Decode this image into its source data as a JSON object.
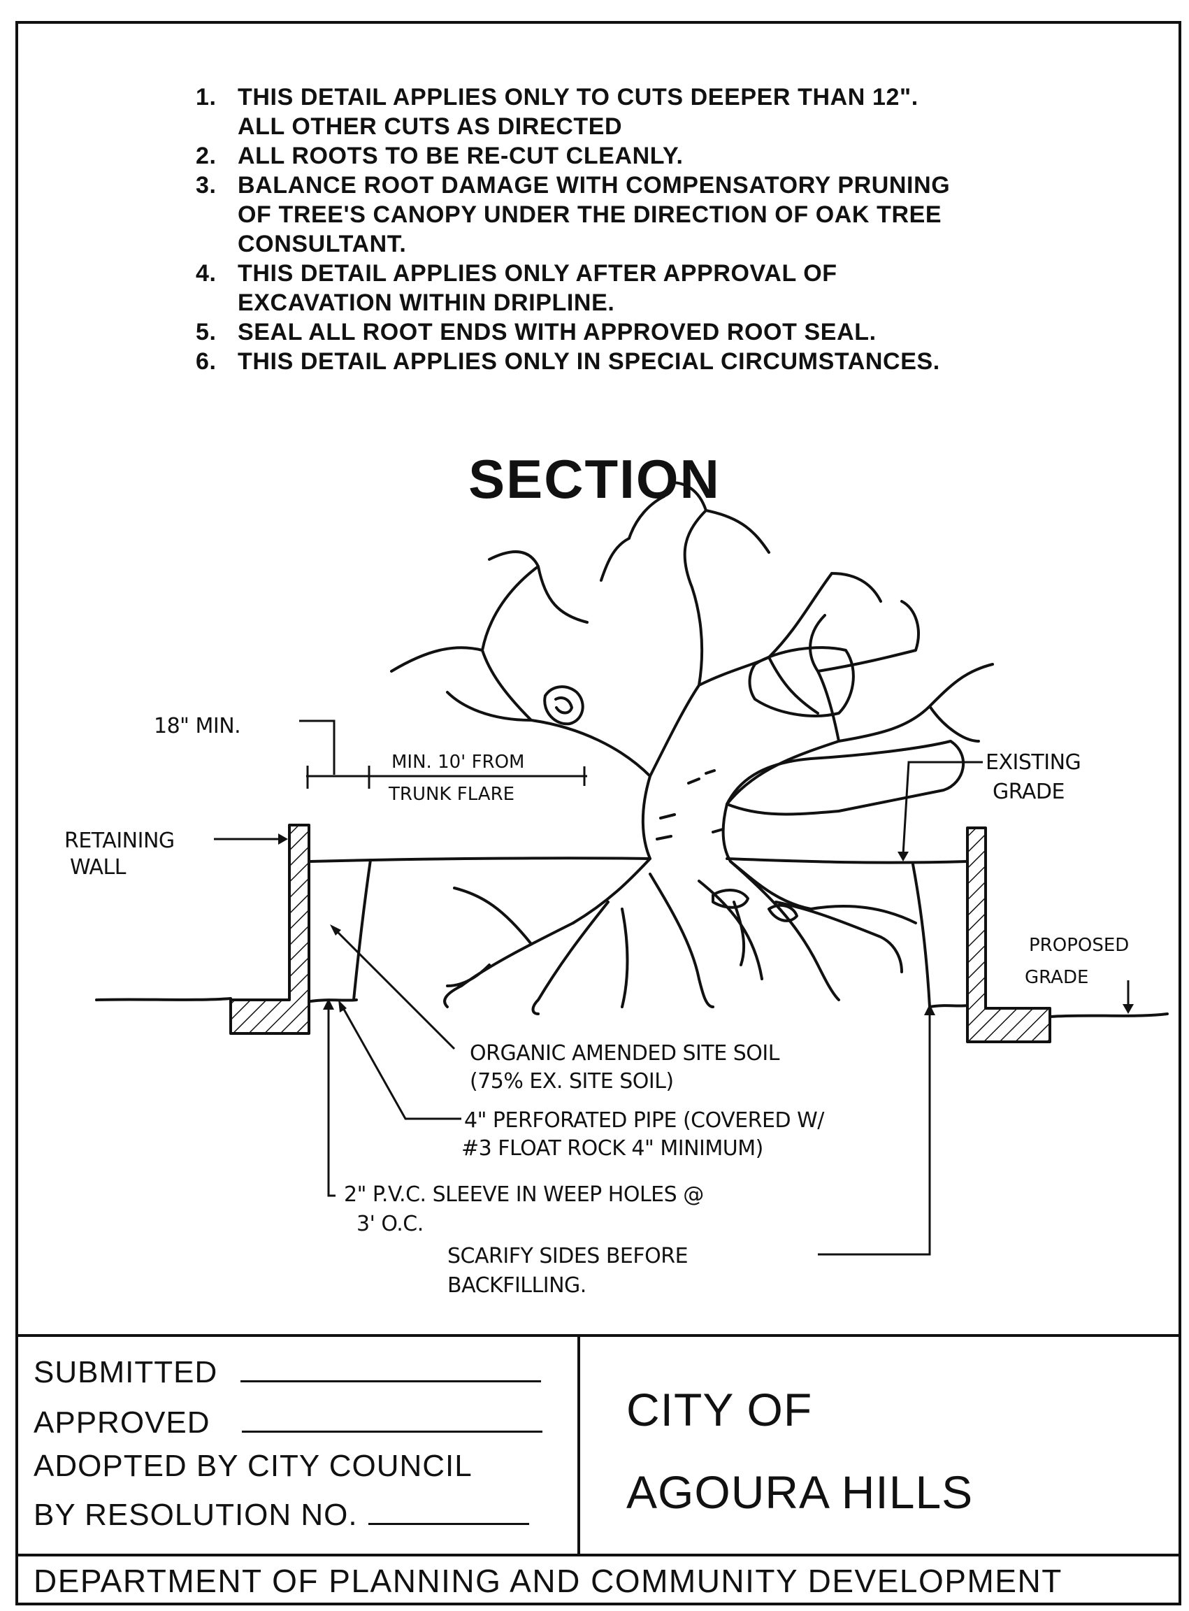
{
  "notes": [
    {
      "num": "1.",
      "text": "THIS DETAIL APPLIES ONLY TO CUTS DEEPER THAN 12\".\nALL OTHER CUTS AS DIRECTED"
    },
    {
      "num": "2.",
      "text": "ALL ROOTS TO BE RE-CUT CLEANLY."
    },
    {
      "num": "3.",
      "text": "BALANCE ROOT DAMAGE WITH COMPENSATORY PRUNING\nOF TREE'S CANOPY UNDER THE DIRECTION OF OAK TREE\nCONSULTANT."
    },
    {
      "num": "4.",
      "text": "THIS DETAIL APPLIES ONLY AFTER APPROVAL OF\nEXCAVATION WITHIN DRIPLINE."
    },
    {
      "num": "5.",
      "text": "SEAL ALL ROOT ENDS WITH APPROVED ROOT SEAL."
    },
    {
      "num": "6.",
      "text": "THIS DETAIL APPLIES ONLY IN SPECIAL CIRCUMSTANCES."
    }
  ],
  "section_title": "SECTION",
  "labels": {
    "min_18": "18\" MIN.",
    "min_10_line1": "MIN. 10' FROM",
    "min_10_line2": "TRUNK FLARE",
    "retaining_wall_line1": "RETAINING",
    "retaining_wall_line2": "WALL",
    "existing_grade_line1": "EXISTING",
    "existing_grade_line2": "GRADE",
    "proposed_grade_line1": "PROPOSED",
    "proposed_grade_line2": "GRADE",
    "organic_line1": "ORGANIC AMENDED SITE SOIL",
    "organic_line2": "(75% EX. SITE SOIL)",
    "pipe_line1": "4\" PERFORATED PIPE (COVERED W/",
    "pipe_line2": "#3 FLOAT ROCK 4\" MINIMUM)",
    "sleeve_line1": "2\" P.V.C. SLEEVE IN WEEP HOLES @",
    "sleeve_line2": "3' O.C.",
    "scarify_line1": "SCARIFY SIDES BEFORE",
    "scarify_line2": "BACKFILLING."
  },
  "title_block": {
    "submitted": "SUBMITTED",
    "approved": "APPROVED",
    "adopted_line1": "ADOPTED BY CITY COUNCIL",
    "adopted_line2": "BY RESOLUTION NO.",
    "city_line1": "CITY OF",
    "city_line2": "AGOURA HILLS",
    "department": "DEPARTMENT OF PLANNING AND COMMUNITY DEVELOPMENT"
  }
}
